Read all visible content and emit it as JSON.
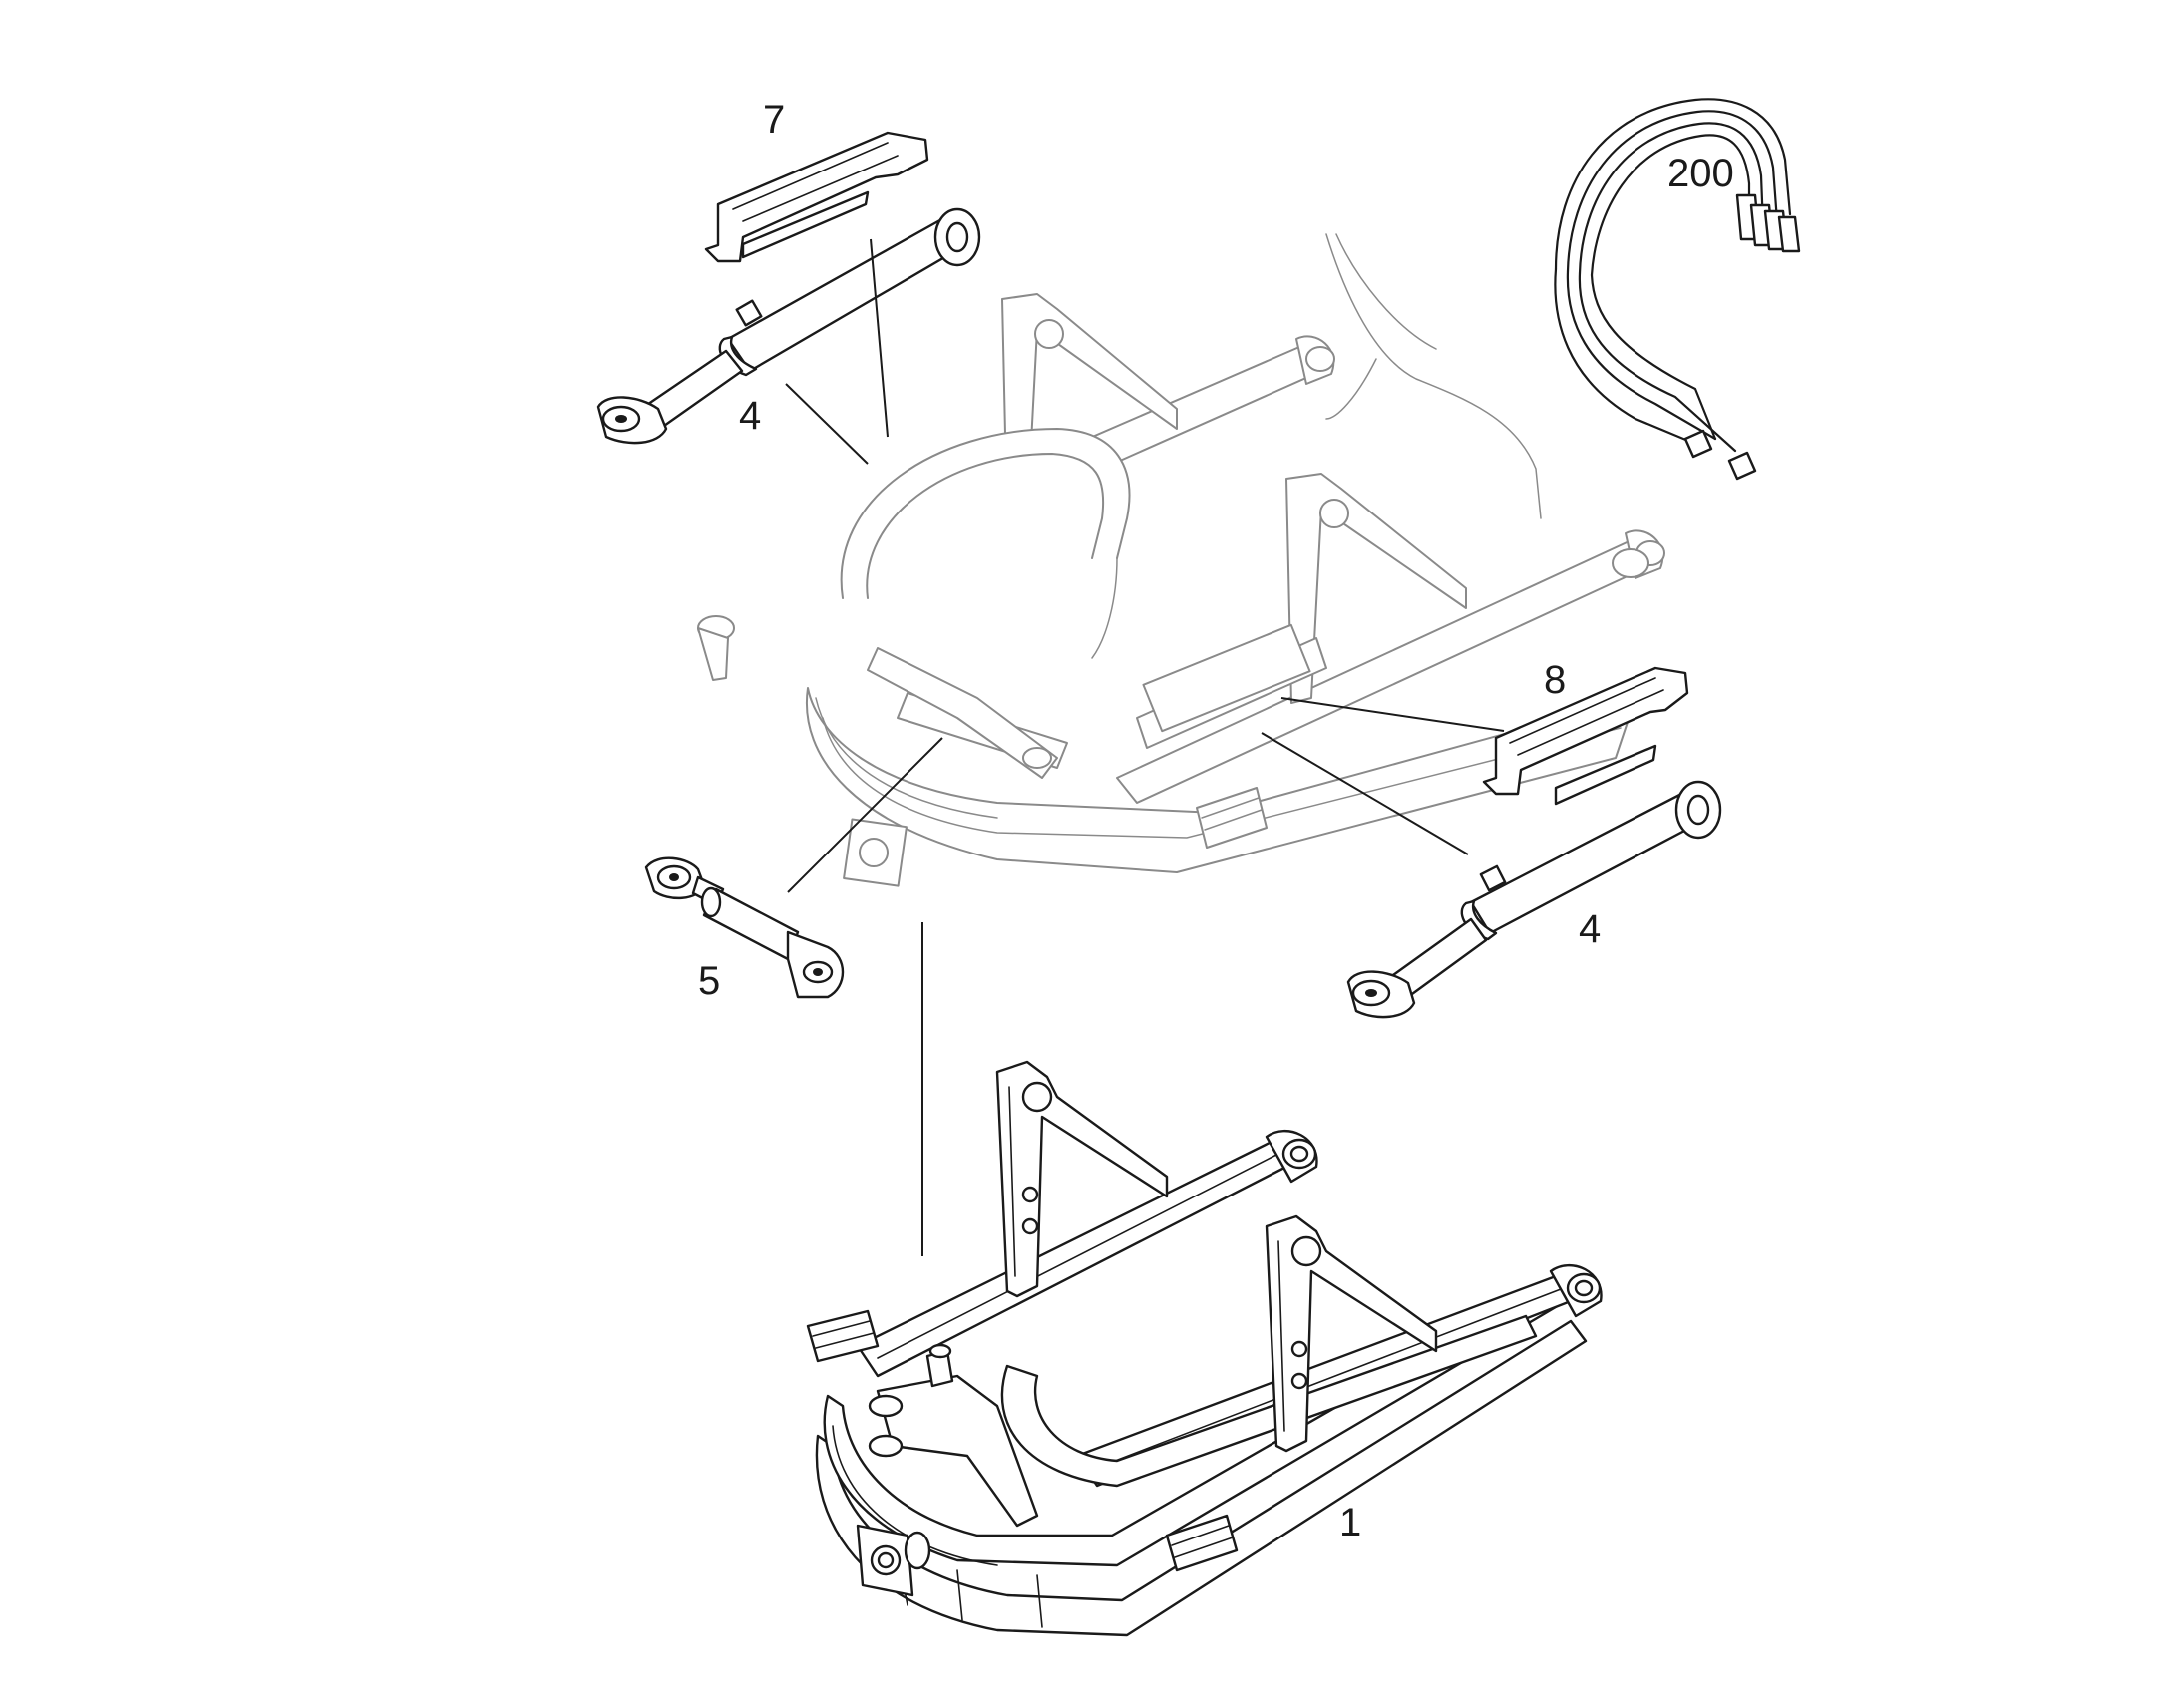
{
  "callouts": {
    "c7": "7",
    "c200": "200",
    "c4_top": "4",
    "c8": "8",
    "c4_right": "4",
    "c5": "5",
    "c1": "1"
  },
  "colors": {
    "line": "#1a1a1a",
    "faint_line": "#8a8a8a",
    "background": "#ffffff"
  }
}
